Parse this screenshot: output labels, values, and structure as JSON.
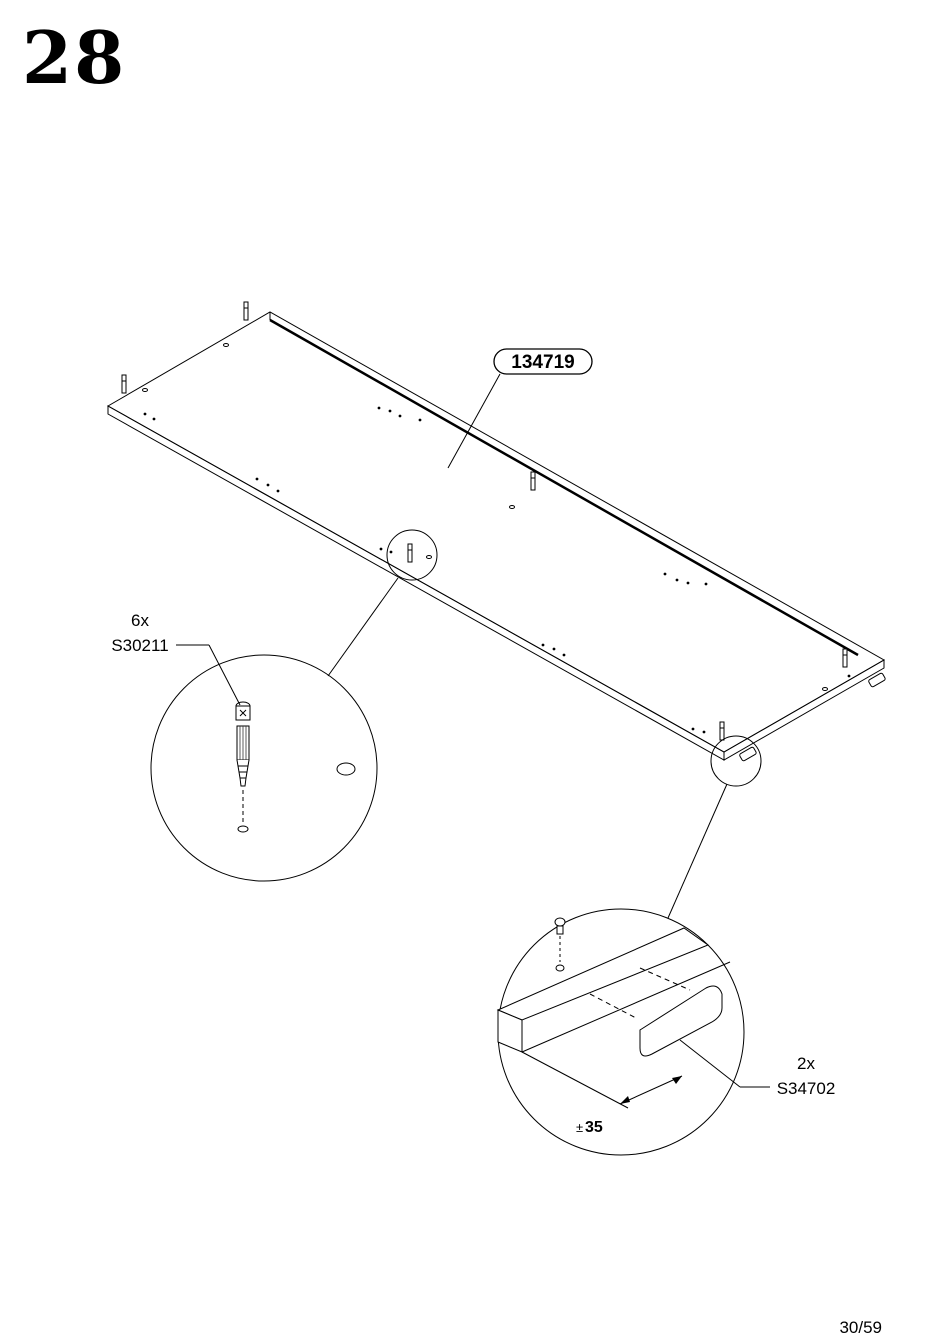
{
  "step": {
    "number": "28"
  },
  "panel": {
    "part_id": "134719"
  },
  "callout_dowel": {
    "quantity": "6x",
    "part_code": "S30211"
  },
  "callout_connector": {
    "quantity": "2x",
    "part_code": "S34702",
    "dimension_prefix": "±",
    "dimension_value": "35"
  },
  "footer": {
    "page_label": "30/59"
  }
}
